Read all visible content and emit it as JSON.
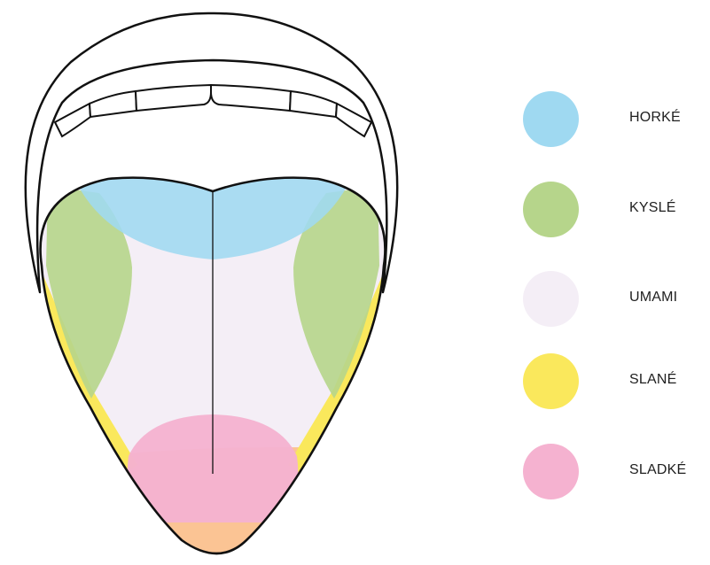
{
  "legend": {
    "items": [
      {
        "label": "HORKÉ",
        "color": "#9fd9f1"
      },
      {
        "label": "KYSLÉ",
        "color": "#b6d58b"
      },
      {
        "label": "UMAMI",
        "color": "#f4eef6"
      },
      {
        "label": "SLANÉ",
        "color": "#fae85c"
      },
      {
        "label": "SLADKÉ",
        "color": "#f5b2d0"
      }
    ]
  },
  "tongue": {
    "tip_color": "#fbc494",
    "outline_color": "#111111"
  }
}
